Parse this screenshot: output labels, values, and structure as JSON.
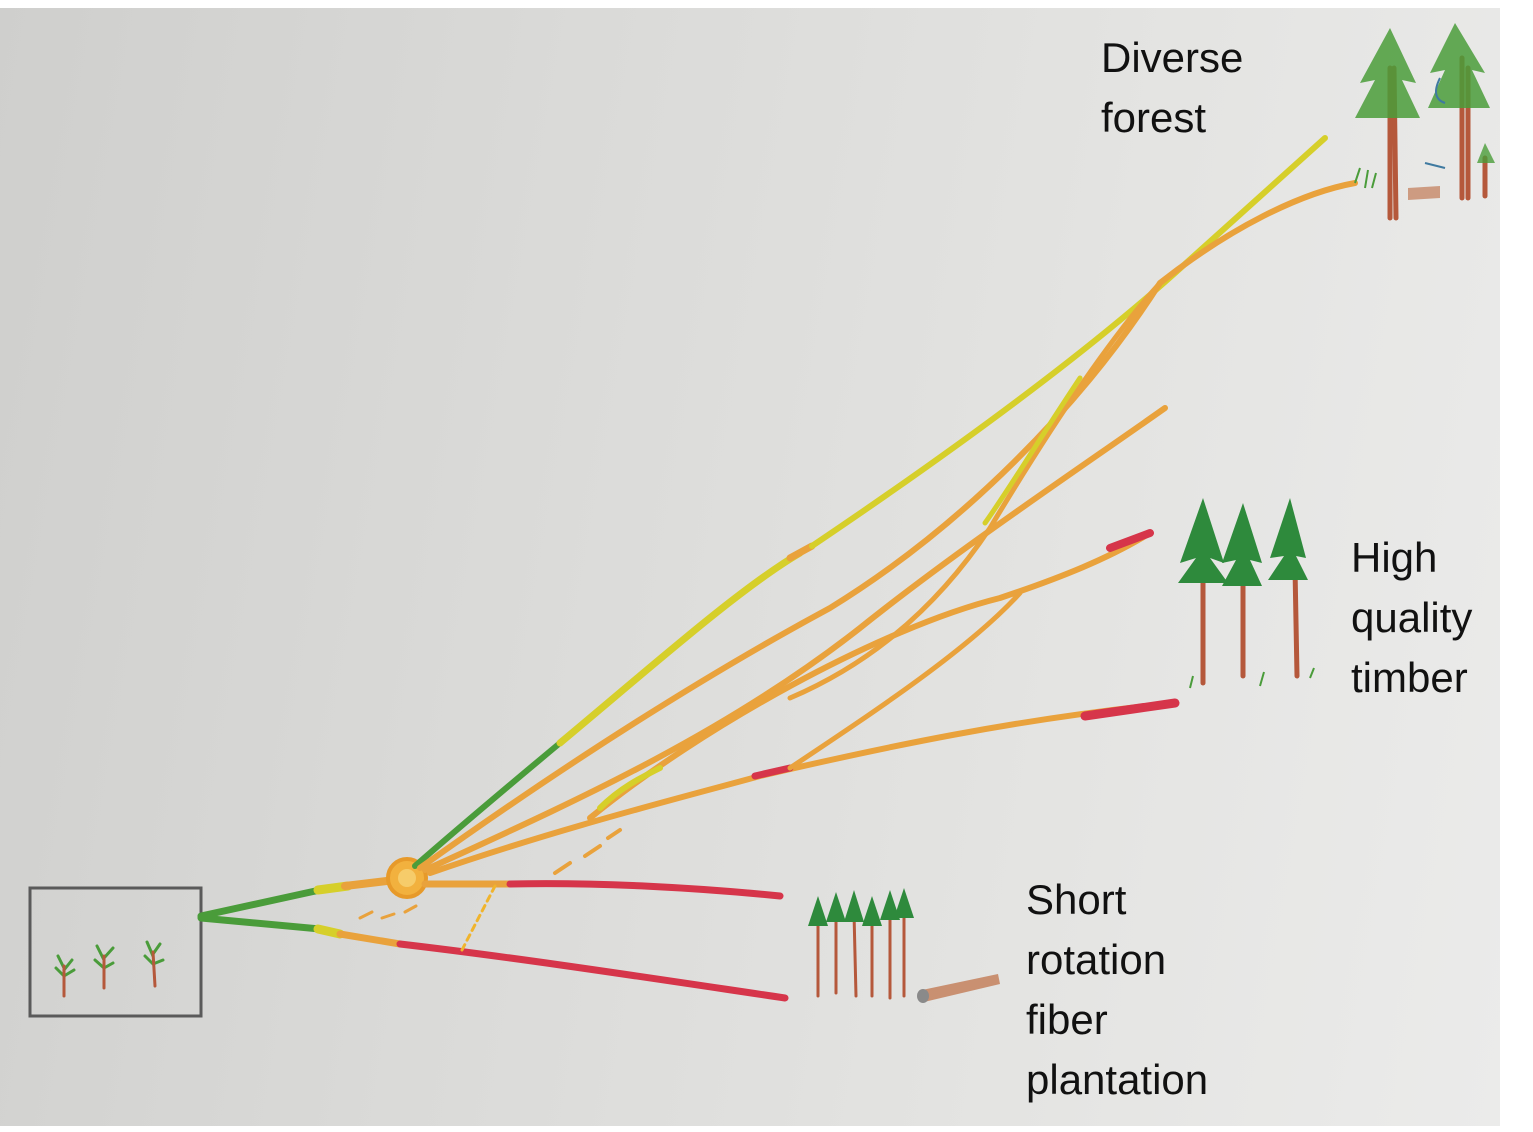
{
  "labels": {
    "diverse_forest": "Diverse\nforest",
    "high_quality_timber": "High\nquality\ntimber",
    "short_rotation": "Short\nrotation\nfiber\nplantation"
  },
  "colors": {
    "paper": "#dcdcda",
    "crayon_green": "#4a9c3a",
    "crayon_yellow": "#d6cf2a",
    "crayon_orange": "#e9a23c",
    "crayon_red": "#d6354a",
    "tree_trunk": "#b5583b",
    "pencil_gray": "#5a5a5a"
  },
  "icons": [
    "seedling-box-icon",
    "diverse-forest-icon",
    "timber-trees-icon",
    "plantation-trees-icon",
    "cut-log-icon",
    "decision-point-icon"
  ]
}
